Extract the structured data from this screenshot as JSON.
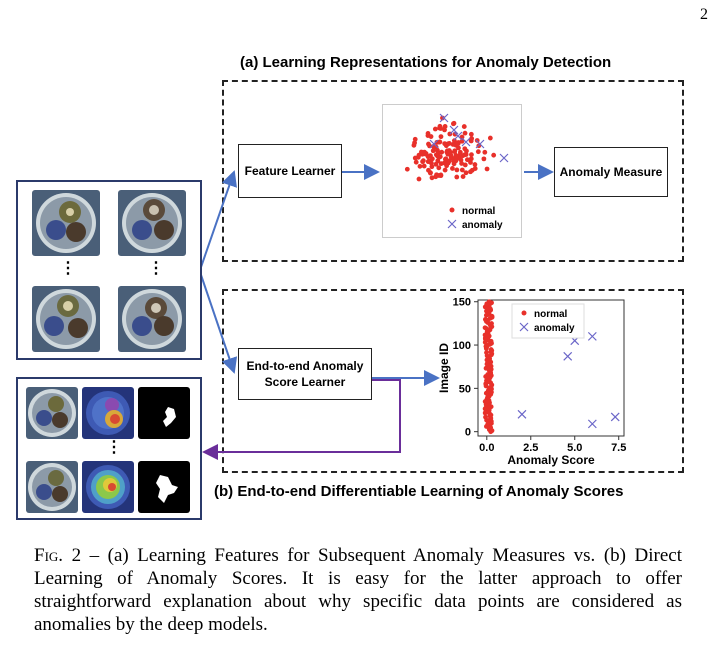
{
  "page_number": "2",
  "panel_a_title": "(a) Learning Representations for Anomaly Detection",
  "panel_b_title": "(b) End-to-end Differentiable Learning of Anomaly Scores",
  "boxes": {
    "feature_learner": "Feature Learner",
    "anomaly_measure": "Anomaly Measure",
    "score_learner_line1": "End-to-end Anomaly",
    "score_learner_line2": "Score Learner"
  },
  "ellipsis": "⋮",
  "legend": {
    "normal": "normal",
    "anomaly": "anomaly"
  },
  "colors": {
    "normal": "#e8302a",
    "anomaly": "#6b66c8",
    "arrow_blue": "#4a72c4",
    "arrow_purple": "#6a2e9a",
    "frame": "#2b3a6b"
  },
  "chart_data": [
    {
      "type": "scatter",
      "title": "",
      "xlabel": "",
      "ylabel": "",
      "axes_visible": false,
      "series": [
        {
          "name": "normal",
          "marker": "dot",
          "values": "cluster of ~150 points"
        },
        {
          "name": "anomaly",
          "marker": "x",
          "count": 7
        }
      ]
    },
    {
      "type": "scatter",
      "xlabel": "Anomaly Score",
      "ylabel": "Image ID",
      "xlim": [
        -0.5,
        7.8
      ],
      "ylim": [
        -5,
        152
      ],
      "xticks": [
        "0.0",
        "2.5",
        "5.0",
        "7.5"
      ],
      "yticks": [
        "0",
        "50",
        "100",
        "150"
      ],
      "legend": "top-center",
      "series": [
        {
          "name": "normal",
          "x_range": [
            -0.1,
            0.3
          ],
          "y_range": [
            0,
            150
          ]
        },
        {
          "name": "anomaly",
          "points": [
            [
              2.0,
              20
            ],
            [
              4.6,
              87
            ],
            [
              5.0,
              105
            ],
            [
              6.0,
              110
            ],
            [
              6.0,
              9
            ],
            [
              7.3,
              17
            ]
          ]
        }
      ]
    }
  ],
  "caption": {
    "fig_label": "Fig. 2",
    "text": " – (a) Learning Features for Subsequent Anomaly Measures vs. (b) Direct Learning of Anomaly Scores. It is easy for the latter approach to offer straightforward explanation about why specific data points are considered as anomalies by the deep models."
  }
}
